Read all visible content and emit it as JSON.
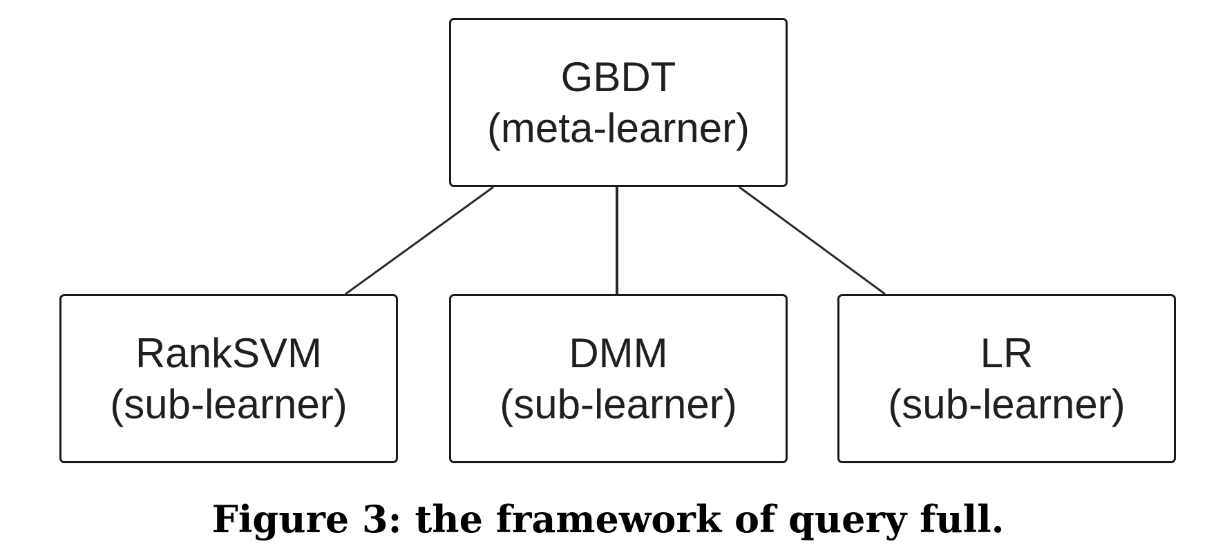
{
  "diagram": {
    "nodes": {
      "top": {
        "title": "GBDT",
        "subtitle": "(meta-learner)"
      },
      "left": {
        "title": "RankSVM",
        "subtitle": "(sub-learner)"
      },
      "middle": {
        "title": "DMM",
        "subtitle": "(sub-learner)"
      },
      "right": {
        "title": "LR",
        "subtitle": "(sub-learner)"
      }
    },
    "edges": [
      {
        "from": "GBDT",
        "to": "RankSVM"
      },
      {
        "from": "GBDT",
        "to": "DMM"
      },
      {
        "from": "GBDT",
        "to": "LR"
      }
    ],
    "colors": {
      "border": "#1a1a1a",
      "edge": "#2a2a2a",
      "text": "#1f1f1f"
    }
  },
  "caption": "Figure 3: the framework of query full."
}
